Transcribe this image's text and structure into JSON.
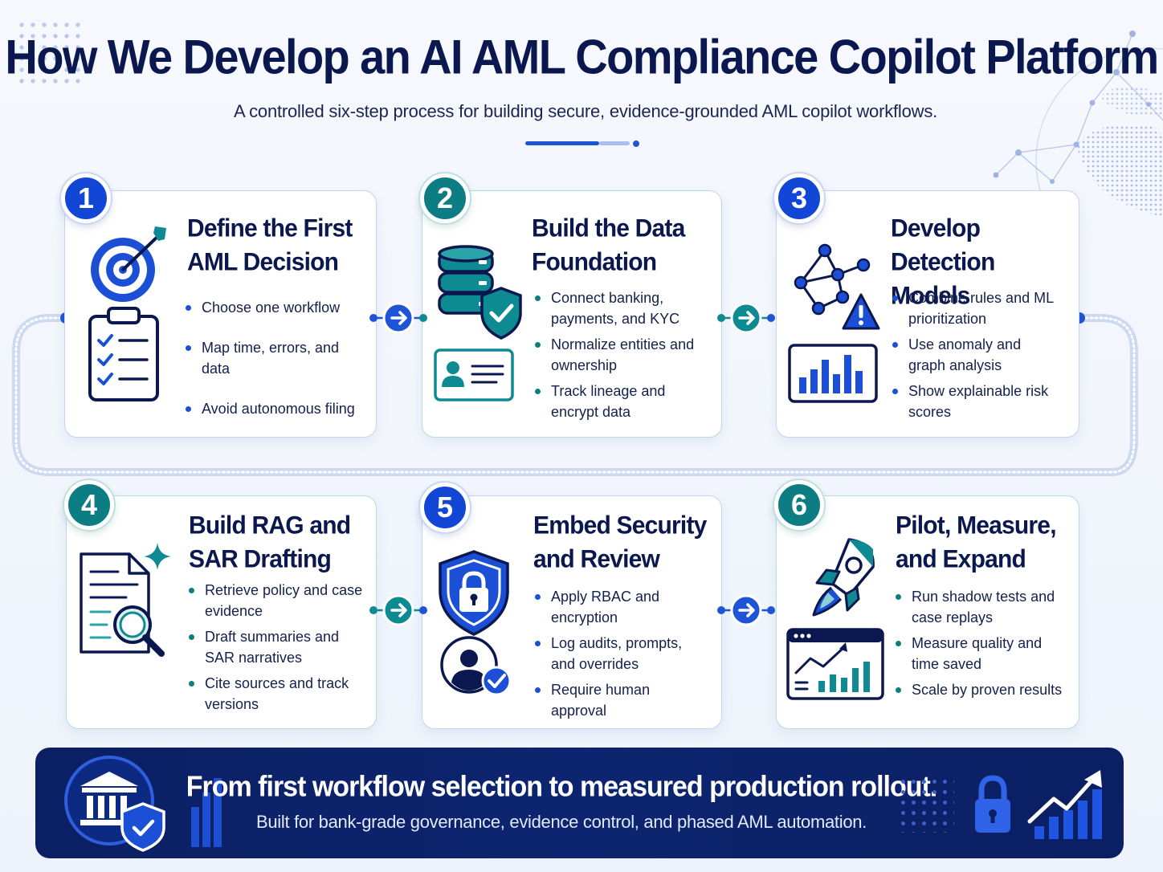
{
  "header": {
    "title": "How We Develop an AI AML Compliance Copilot Platform",
    "subtitle": "A controlled six-step process for building secure, evidence-grounded AML copilot workflows."
  },
  "steps": [
    {
      "number": "1",
      "title_line1": "Define the First",
      "title_line2": "AML Decision",
      "bullets": [
        "Choose one workflow",
        "Map time, errors, and data",
        "Avoid autonomous filing"
      ]
    },
    {
      "number": "2",
      "title_line1": "Build the Data",
      "title_line2": "Foundation",
      "bullets": [
        "Connect banking, payments, and KYC",
        "Normalize entities and ownership",
        "Track lineage and encrypt data"
      ]
    },
    {
      "number": "3",
      "title_line1": "Develop Detection",
      "title_line2": "Models",
      "bullets": [
        "Combine rules and ML prioritization",
        "Use anomaly and graph analysis",
        "Show explainable risk scores"
      ]
    },
    {
      "number": "4",
      "title_line1": "Build RAG and",
      "title_line2": "SAR Drafting",
      "bullets": [
        "Retrieve policy and case evidence",
        "Draft summaries and SAR narratives",
        "Cite sources and track versions"
      ]
    },
    {
      "number": "5",
      "title_line1": "Embed Security",
      "title_line2": "and Review",
      "bullets": [
        "Apply RBAC and encryption",
        "Log audits, prompts, and overrides",
        "Require human approval"
      ]
    },
    {
      "number": "6",
      "title_line1": "Pilot, Measure,",
      "title_line2": "and Expand",
      "bullets": [
        "Run shadow tests and case replays",
        "Measure quality and time saved",
        "Scale by proven results"
      ]
    }
  ],
  "footer": {
    "title": "From first workflow selection to measured production rollout.",
    "subtitle": "Built for bank-grade governance, evidence control, and phased AML automation."
  },
  "colors": {
    "navy": "#0b1850",
    "blue": "#1246d6",
    "teal": "#0d7d84",
    "footer_bg": "#0b1f63"
  },
  "icons": [
    "target-icon",
    "checklist-icon",
    "database-icon",
    "shield-check-icon",
    "id-card-icon",
    "network-graph-icon",
    "warning-icon",
    "bar-chart-icon",
    "document-search-icon",
    "sparkle-icon",
    "shield-lock-icon",
    "user-check-icon",
    "rocket-icon",
    "dashboard-icon",
    "bank-icon",
    "lock-icon",
    "growth-chart-icon",
    "globe-icon",
    "arrow-right-icon"
  ]
}
